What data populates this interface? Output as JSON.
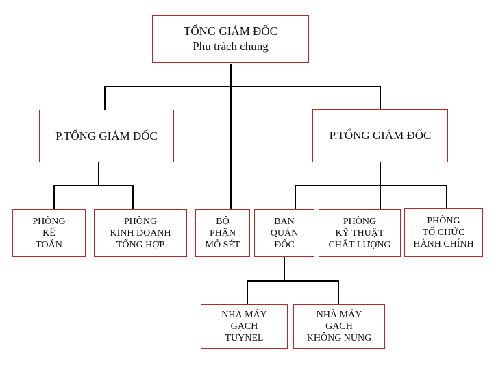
{
  "chart": {
    "root": {
      "lines": [
        "TỔNG GIÁM ĐỐC",
        "Phụ trách chung"
      ]
    },
    "deputy_left": {
      "lines": [
        "P.TỔNG GIÁM ĐỐC"
      ]
    },
    "deputy_right": {
      "lines": [
        "P.TỔNG GIÁM ĐỐC"
      ]
    },
    "departments": [
      {
        "lines": [
          "PHÒNG",
          "KẾ",
          "TOÁN"
        ]
      },
      {
        "lines": [
          "PHÒNG",
          "KINH DOANH",
          "TỔNG HỢP"
        ]
      },
      {
        "lines": [
          "BỘ",
          "PHẬN",
          "MỎ SÉT"
        ]
      },
      {
        "lines": [
          "BAN",
          "QUẢN",
          "ĐỐC"
        ]
      },
      {
        "lines": [
          "PHÒNG",
          "KỸ THUẬT",
          "CHẤT LƯỢNG"
        ]
      },
      {
        "lines": [
          "PHÒNG",
          "TỔ CHỨC",
          "HÀNH CHÍNH"
        ]
      }
    ],
    "factories": [
      {
        "lines": [
          "NHÀ MÁY",
          "GẠCH",
          "TUYNEL"
        ]
      },
      {
        "lines": [
          "NHÀ MÁY",
          "GẠCH",
          "KHÔNG NUNG"
        ]
      }
    ]
  },
  "colors": {
    "box_border": "#b5282c",
    "connector": "#000000"
  }
}
